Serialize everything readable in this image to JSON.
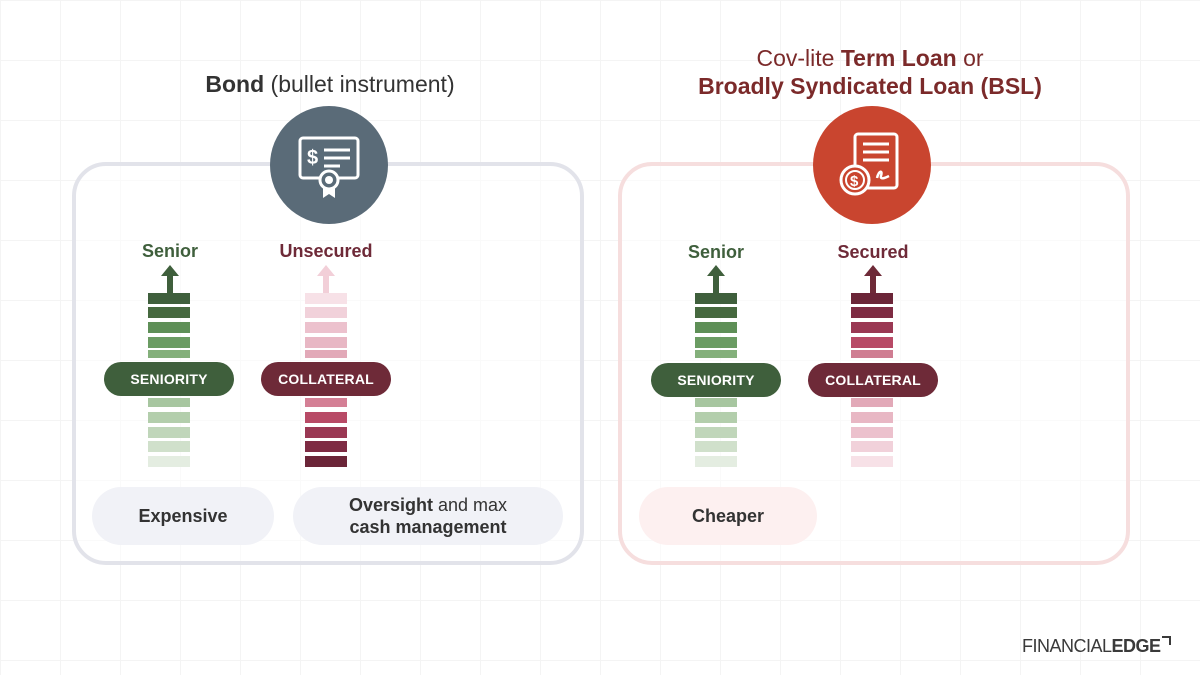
{
  "left": {
    "title_bold": "Bond",
    "title_rest": " (bullet instrument)",
    "icon": "certificate-dollar-icon",
    "accent": "#5a6b78",
    "border": "#e2e3ea",
    "seniority": {
      "label": "Senior",
      "pill": "SENIORITY",
      "level": 0.5
    },
    "collateral": {
      "label": "Unsecured",
      "pill": "COLLATERAL",
      "level": 0.0
    },
    "boxes": [
      {
        "bold": "",
        "text": "Expensive"
      },
      {
        "bold": "Oversight",
        "text": " and max",
        "line2_bold": "cash management"
      }
    ]
  },
  "right": {
    "title_line1_pre": "Cov-lite ",
    "title_line1_bold": "Term Loan",
    "title_line1_post": " or",
    "title_line2_bold": "Broadly Syndicated Loan (BSL)",
    "icon": "loan-document-dollar-icon",
    "accent": "#c9452f",
    "border": "#f6dede",
    "seniority": {
      "label": "Senior",
      "pill": "SENIORITY",
      "level": 0.5
    },
    "collateral": {
      "label": "Secured",
      "pill": "COLLATERAL",
      "level": 1.0
    },
    "boxes": [
      {
        "bold": "",
        "text": "Cheaper"
      }
    ]
  },
  "colors": {
    "green_dark": "#3f5f3c",
    "maroon_dark": "#6e2a38",
    "maroon_title": "#7b2a2a"
  },
  "logo": {
    "part1": "FINANCIAL",
    "part2": "EDGE"
  }
}
